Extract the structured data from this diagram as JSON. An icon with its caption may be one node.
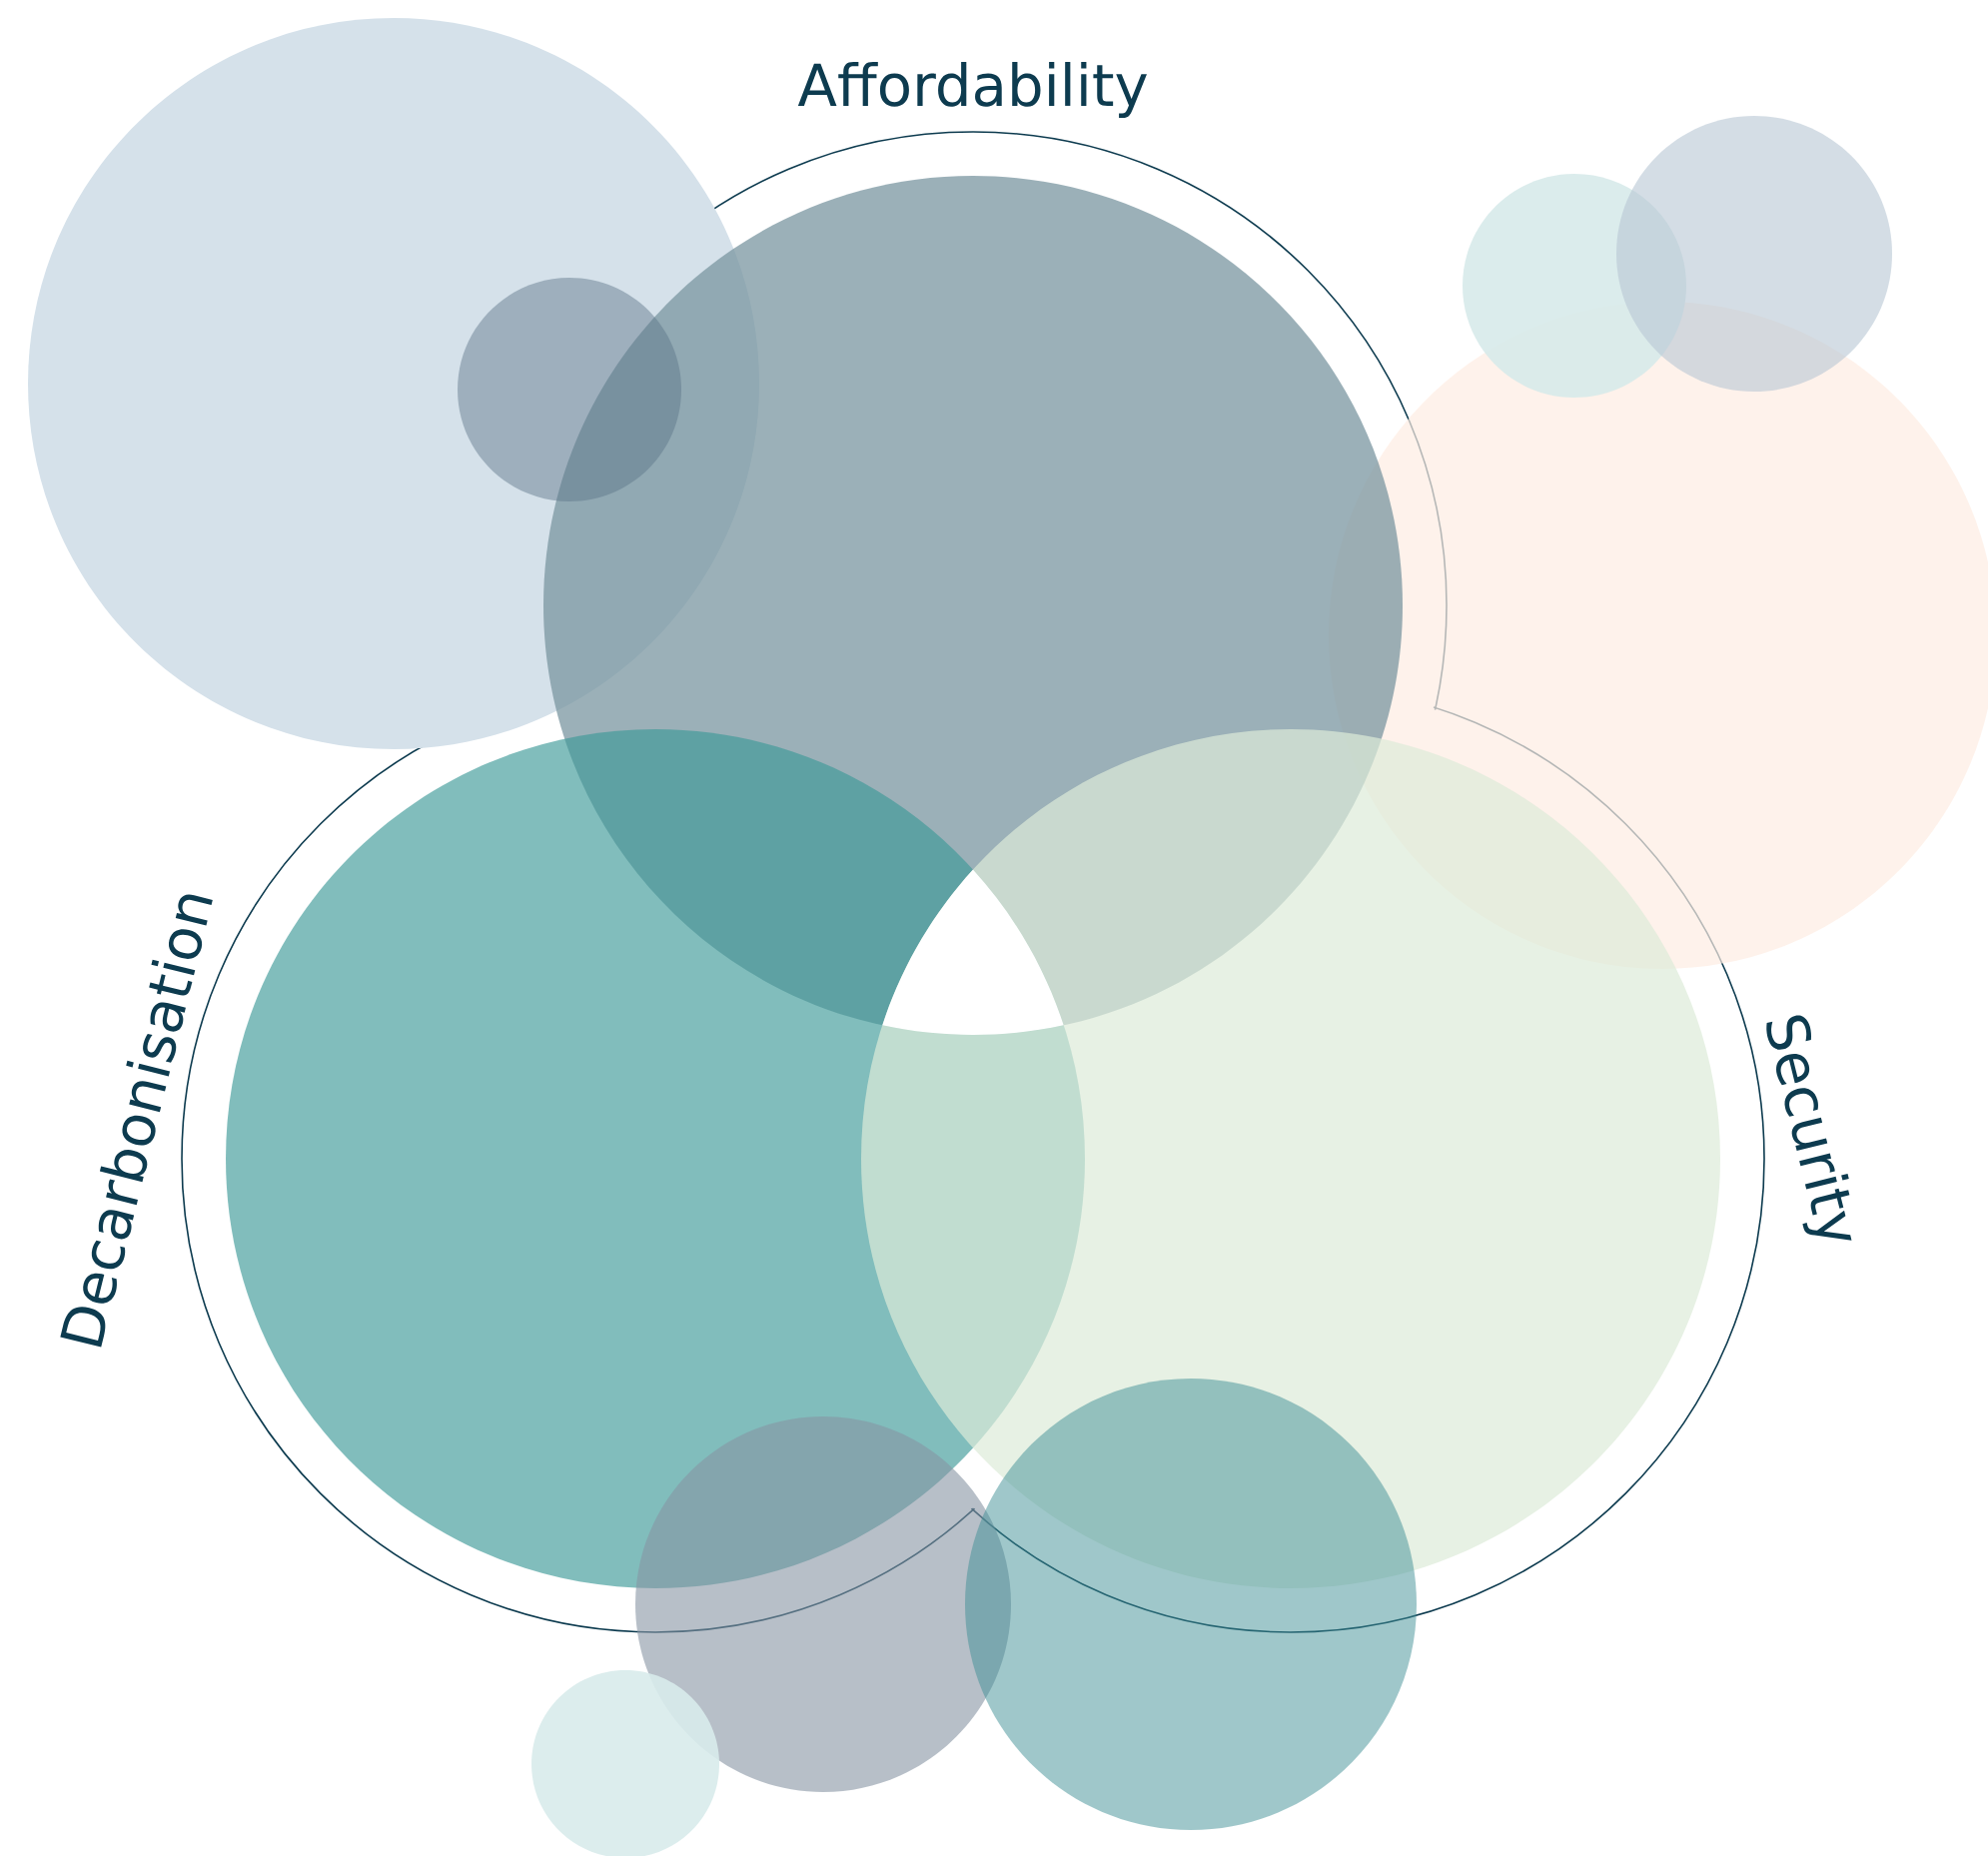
{
  "diagram": {
    "nodes": [
      {
        "text": [
          "Affordability"
        ]
      },
      {
        "text": [
          "Decarbonisation"
        ]
      },
      {
        "text": [
          "Security"
        ]
      }
    ]
  }
}
